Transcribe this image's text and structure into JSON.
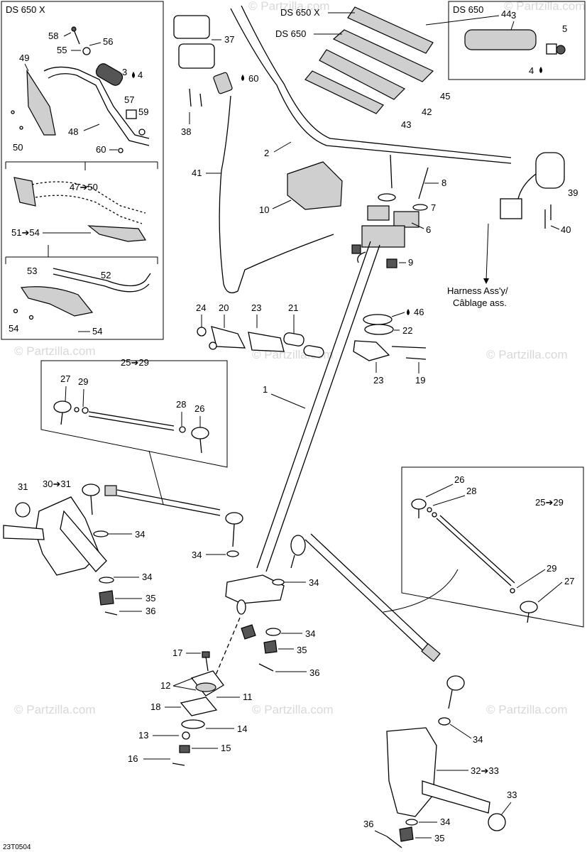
{
  "watermark": "© Partzilla.com",
  "diagram_code": "23T0504",
  "model_labels": {
    "ds650x": "DS 650 X",
    "ds650": "DS 650",
    "ds650_inset": "DS 650"
  },
  "harness": {
    "line1": "Harness Ass'y/",
    "line2": "Câblage ass."
  },
  "callouts": {
    "c1": "1",
    "c2": "2",
    "c3a": "3",
    "c3b": "3",
    "c4a": "4",
    "c4b": "4",
    "c5": "5",
    "c6": "6",
    "c7": "7",
    "c8": "8",
    "c9": "9",
    "c10": "10",
    "c11": "11",
    "c12": "12",
    "c13": "13",
    "c14": "14",
    "c15": "15",
    "c16": "16",
    "c17": "17",
    "c18": "18",
    "c19": "19",
    "c20": "20",
    "c21": "21",
    "c22": "22",
    "c23a": "23",
    "c23b": "23",
    "c24": "24",
    "c26a": "26",
    "c26b": "26",
    "c27a": "27",
    "c27b": "27",
    "c28a": "28",
    "c28b": "28",
    "c29a": "29",
    "c29b": "29",
    "c31": "31",
    "c33": "33",
    "c34a": "34",
    "c34b": "34",
    "c34c": "34",
    "c34d": "34",
    "c34e": "34",
    "c34f": "34",
    "c34g": "34",
    "c35a": "35",
    "c35b": "35",
    "c35c": "35",
    "c36a": "36",
    "c36b": "36",
    "c36c": "36",
    "c37": "37",
    "c38": "38",
    "c39": "39",
    "c40": "40",
    "c41": "41",
    "c42": "42",
    "c43": "43",
    "c44": "44",
    "c45": "45",
    "c46": "46",
    "c48": "48",
    "c49": "49",
    "c50": "50",
    "c52": "52",
    "c53": "53",
    "c54a": "54",
    "c54b": "54",
    "c55": "55",
    "c56": "56",
    "c57": "57",
    "c58": "58",
    "c59": "59",
    "c60a": "60",
    "c60b": "60"
  },
  "ranges": {
    "r25_29a": "25➔29",
    "r25_29b": "25➔29",
    "r30_31": "30➔31",
    "r32_33": "32➔33",
    "r47_50": "47➔50",
    "r51_54": "51➔54"
  },
  "colors": {
    "line": "#000000",
    "watermark": "#d8d8d8",
    "background": "#ffffff"
  },
  "icons": {
    "drop": "oil-drop-icon"
  }
}
